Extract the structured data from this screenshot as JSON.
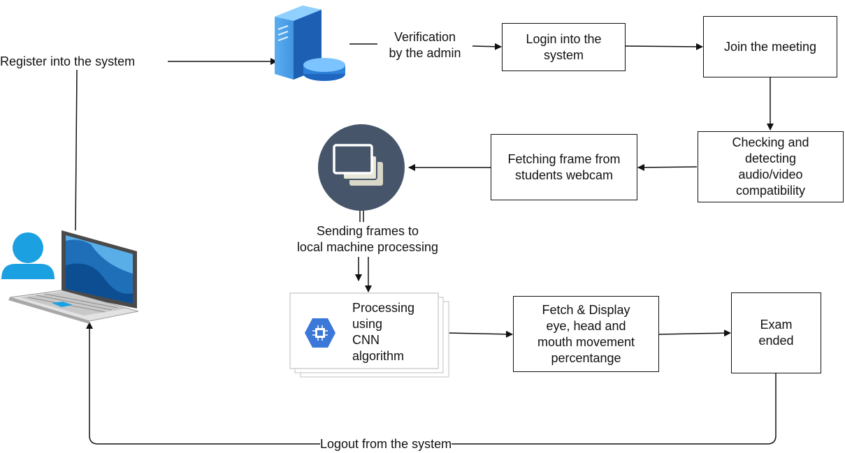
{
  "nodes": {
    "login": {
      "lines": [
        "Login into the",
        "system"
      ]
    },
    "join": {
      "lines": [
        "Join the meeting"
      ]
    },
    "checking": {
      "lines": [
        "Checking and",
        "detecting",
        "audio/video",
        "compatibility"
      ]
    },
    "fetching": {
      "lines": [
        "Fetching frame from",
        "students webcam"
      ]
    },
    "processing": {
      "lines": [
        "Processing",
        "using",
        "CNN",
        "algorithm"
      ]
    },
    "fetch_display": {
      "lines": [
        "Fetch & Display",
        "eye, head and",
        "mouth movement",
        "percentange"
      ]
    },
    "exam": {
      "lines": [
        "Exam",
        "ended"
      ]
    }
  },
  "edge_labels": {
    "register": "Register into the system",
    "verification": [
      "Verification",
      "by the admin"
    ],
    "sending": [
      "Sending frames to",
      "local machine processing"
    ],
    "logout": "Logout from the system"
  },
  "icons": {
    "user": "user-icon",
    "laptop": "laptop-icon",
    "server": "server-icon",
    "frames": "frames-icon",
    "chip": "chip-icon"
  },
  "colors": {
    "server_blue": "#2e7fd6",
    "frames_circle": "#46556a",
    "chip_blue": "#3c78d8",
    "user_blue": "#1ba1e2",
    "laptop_screen": "#1e6fb8"
  }
}
